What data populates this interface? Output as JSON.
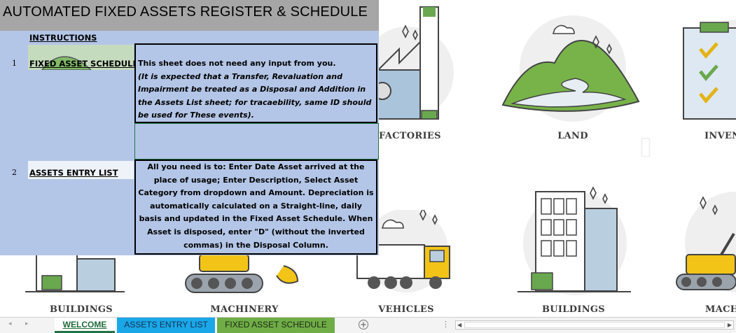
{
  "title": "AUTOMATED FIXED ASSETS REGISTER & SCHEDULE",
  "instructions_header": "INSTRUCTIONS",
  "rows": [
    {
      "num": "1",
      "label": "FIXED ASSET SCHEDULE",
      "text_line": "This sheet does not need any input from you.",
      "text_italic": "(It is expected that a Transfer, Revaluation and Impairment be treated as a Disposal and Addition in the Assets List sheet; for tracaebility, same ID should be used for These events)."
    },
    {
      "num": "2",
      "label": "ASSETS ENTRY LIST",
      "text": "All you need is to: Enter Date Asset arrived at the place of usage; Enter Description, Select Asset Category from dropdown and Amount.  Depreciation is automatically calculated on a Straight-line, daily basis and updated in the Fixed Asset Schedule. When Asset is disposed, enter \"D\" (without the inverted commas) in the Disposal Column."
    }
  ],
  "illustration_captions": {
    "factories": "FACTORIES",
    "land": "LAND",
    "inventory": "INVEN",
    "buildings_left": "BUILDINGS",
    "machinery": "MACHINERY",
    "vehicles": "VEHICLES",
    "buildings_right": "BUILDINGS",
    "machinery_right": "MACH"
  },
  "tabs": [
    {
      "label": "WELCOME",
      "active": true,
      "color": "#ffffff"
    },
    {
      "label": "ASSETS ENTRY LIST",
      "active": false,
      "color": "#1aa7e8"
    },
    {
      "label": "FIXED ASSET SCHEDULE",
      "active": false,
      "color": "#70ad47"
    }
  ],
  "colors": {
    "title_bar": "#a6a6a6",
    "panel": "#b4c6e7",
    "excel_green": "#217346"
  },
  "icons": [
    "sheet-prev-icon",
    "sheet-next-icon",
    "add-sheet-icon",
    "more-options-icon",
    "scroll-left-icon",
    "scroll-right-icon"
  ]
}
